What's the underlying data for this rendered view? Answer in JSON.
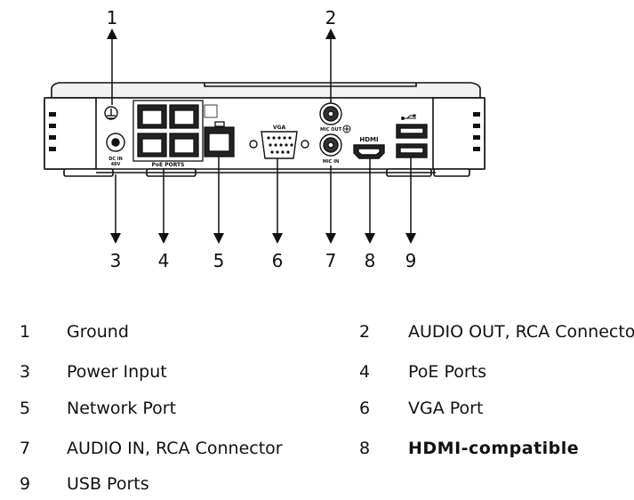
{
  "callouts": {
    "top": [
      "1",
      "2"
    ],
    "bottom": [
      "3",
      "4",
      "5",
      "6",
      "7",
      "8",
      "9"
    ]
  },
  "panel_labels": {
    "poe_ports": "PoE PORTS",
    "vga": "VGA",
    "mic_out": "MIC OUT",
    "mic_in": "MIC IN",
    "hdmi": "HDMI",
    "dc_in": "DC IN",
    "dc_voltage": "48V"
  },
  "legend": [
    {
      "num": "1",
      "desc": "Ground"
    },
    {
      "num": "2",
      "desc": "AUDIO OUT, RCA Connector"
    },
    {
      "num": "3",
      "desc": "Power Input"
    },
    {
      "num": "4",
      "desc": "PoE Ports"
    },
    {
      "num": "5",
      "desc": "Network Port"
    },
    {
      "num": "6",
      "desc": "VGA Port"
    },
    {
      "num": "7",
      "desc": "AUDIO IN, RCA Connector"
    },
    {
      "num": "8",
      "desc": "HDMI-compatible"
    },
    {
      "num": "9",
      "desc": "USB Ports"
    }
  ]
}
